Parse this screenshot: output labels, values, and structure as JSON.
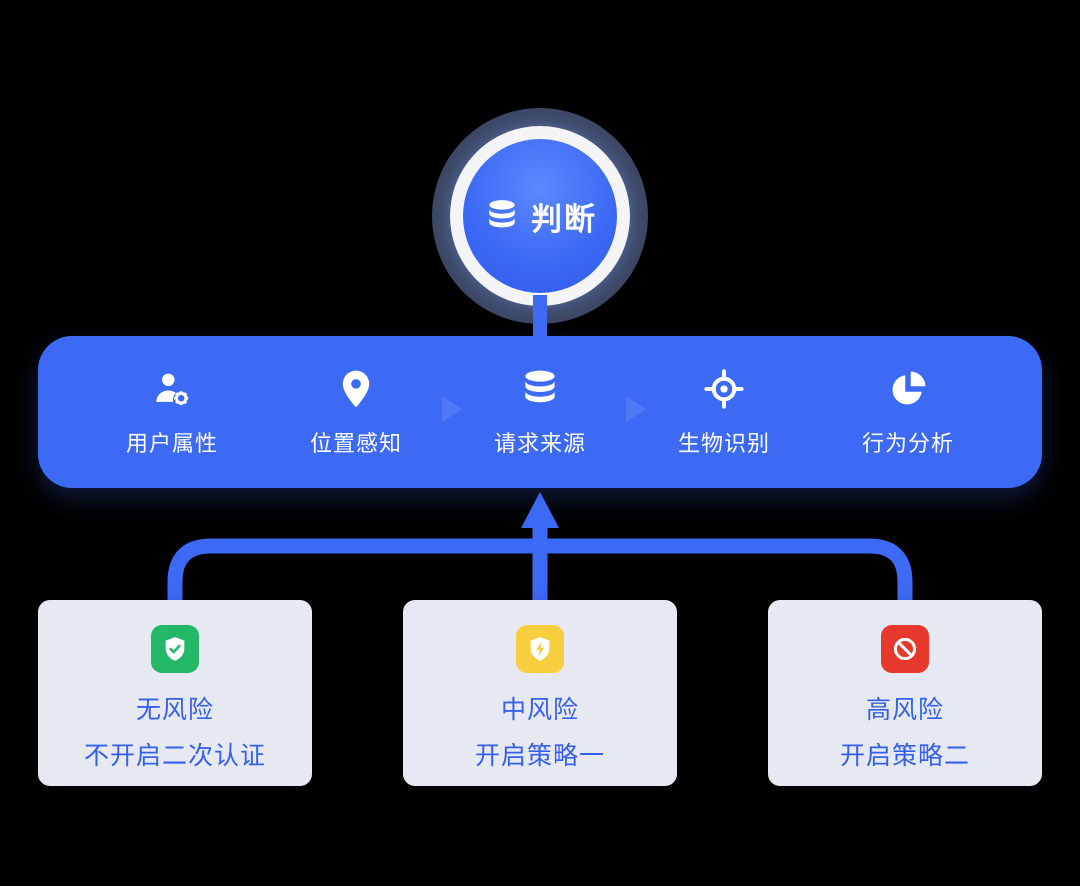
{
  "root_node": {
    "label": "判断",
    "icon": "database-icon"
  },
  "factors_bar": {
    "items": [
      {
        "icon": "user-gear-icon",
        "label": "用户属性"
      },
      {
        "icon": "location-pin-icon",
        "label": "位置感知"
      },
      {
        "icon": "database-icon",
        "label": "请求来源"
      },
      {
        "icon": "crosshair-icon",
        "label": "生物识别"
      },
      {
        "icon": "pie-chart-icon",
        "label": "行为分析"
      }
    ]
  },
  "outcomes": [
    {
      "icon": "shield-check-icon",
      "badge_color": "#23B868",
      "title": "无风险",
      "action": "不开启二次认证"
    },
    {
      "icon": "shield-bolt-icon",
      "badge_color": "#F7CE3E",
      "title": "中风险",
      "action": "开启策略一"
    },
    {
      "icon": "prohibition-icon",
      "badge_color": "#E6392B",
      "title": "高风险",
      "action": "开启策略二"
    }
  ],
  "colors": {
    "primary_blue": "#3D6AF5",
    "node_glow": "#96B2F8",
    "box_background": "#E7E9F2",
    "box_text": "#3560EB",
    "background": "#000000"
  }
}
